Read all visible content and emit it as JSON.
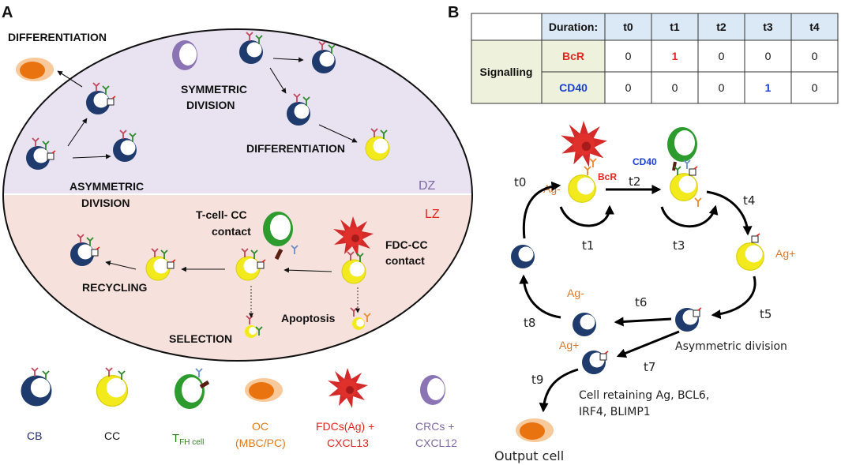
{
  "panel_a": {
    "letter": "A",
    "dz_label": "DZ",
    "lz_label": "LZ",
    "labels": {
      "differentiation_top": "DIFFERENTIATION",
      "symmetric_1": "SYMMETRIC",
      "symmetric_2": "DIVISION",
      "differentiation_mid": "DIFFERENTIATION",
      "asymmetric_1": "ASYMMETRIC",
      "asymmetric_2": "DIVISION",
      "tcell_contact_1": "T-cell- CC",
      "tcell_contact_2": "contact",
      "fdc_contact_1": "FDC-CC",
      "fdc_contact_2": "contact",
      "recycling": "RECYCLING",
      "selection": "SELECTION",
      "apoptosis": "Apoptosis"
    },
    "legend": [
      {
        "line1": "CB",
        "line2": "",
        "color": "#1f2a6e"
      },
      {
        "line1": "CC",
        "line2": "",
        "color": "#111111"
      },
      {
        "line1": "T",
        "sub": "FH cell",
        "line2": "",
        "color": "#2e7d1f"
      },
      {
        "line1": "OC",
        "line2": "(MBC/PC)",
        "color": "#e07b18"
      },
      {
        "line1": "FDCs(Ag) +",
        "line2": "CXCL13",
        "color": "#e3261f"
      },
      {
        "line1": "CRCs +",
        "line2": "CXCL12",
        "color": "#7f6aa6"
      }
    ]
  },
  "panel_b": {
    "letter": "B",
    "table": {
      "header_label": "Duration:",
      "columns": [
        "t0",
        "t1",
        "t2",
        "t3",
        "t4"
      ],
      "row_group": "Signalling",
      "rows": [
        {
          "name": "BcR",
          "color": "#e3261f",
          "values": [
            "0",
            "1",
            "0",
            "0",
            "0"
          ],
          "highlight": 1
        },
        {
          "name": "CD40",
          "color": "#1a3fd6",
          "values": [
            "0",
            "0",
            "0",
            "1",
            "0"
          ],
          "highlight": 3
        }
      ]
    },
    "cycle": {
      "bcr": "BcR",
      "cd40": "CD40",
      "ag_minus_top": "Ag-",
      "ag_plus_right": "Ag+",
      "ag_minus_mid": "Ag-",
      "ag_plus_low": "Ag+",
      "times": {
        "t0": "t0",
        "t1": "t1",
        "t2": "t2",
        "t3": "t3",
        "t4": "t4",
        "t5": "t5",
        "t6": "t6",
        "t7": "t7",
        "t8": "t8",
        "t9": "t9"
      },
      "asymmetric_division": "Asymmetric division",
      "retaining_1": "Cell retaining Ag, BCL6,",
      "retaining_2": "IRF4, BLIMP1",
      "output_cell": "Output cell"
    },
    "colors": {
      "ag_label": "#d9772a",
      "cb": "#1f3b6e",
      "cc": "#f2ea1c"
    }
  }
}
